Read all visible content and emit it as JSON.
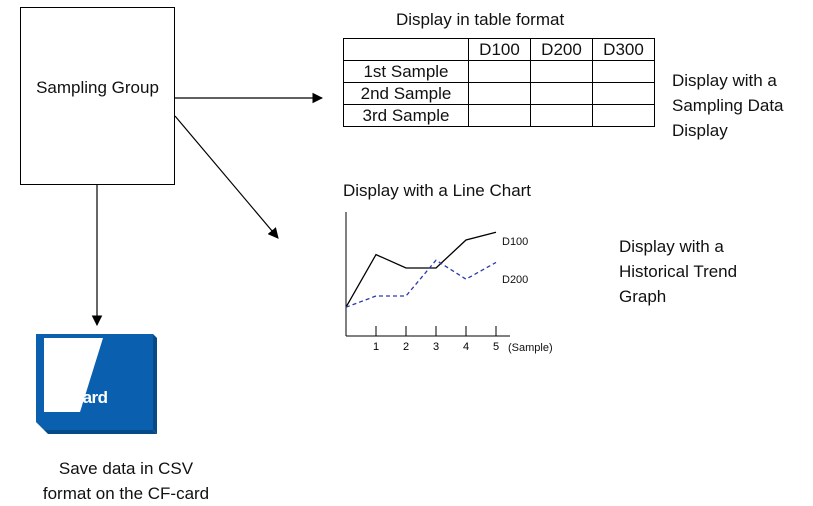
{
  "sampling_group": {
    "label": "Sampling Group"
  },
  "table": {
    "title": "Display in table format",
    "columns": [
      "D100",
      "D200",
      "D300"
    ],
    "rows": [
      "1st Sample",
      "2nd Sample",
      "3rd Sample"
    ]
  },
  "table_note": [
    "Display with a",
    "Sampling Data",
    "Display"
  ],
  "line_chart": {
    "title": "Display with a Line Chart",
    "x_ticks": [
      "1",
      "2",
      "3",
      "4",
      "5"
    ],
    "x_unit": "(Sample)",
    "series": [
      {
        "name": "D100",
        "style": "solid",
        "color": "#000000",
        "values": [
          0.15,
          0.62,
          0.5,
          0.5,
          0.75,
          0.82
        ]
      },
      {
        "name": "D200",
        "style": "dashed",
        "color": "#2b3aa8",
        "values": [
          0.15,
          0.25,
          0.25,
          0.57,
          0.4,
          0.55
        ]
      }
    ]
  },
  "trend_note": [
    "Display with a",
    "Historical Trend",
    "Graph"
  ],
  "cf_card": {
    "label": "CF-Card",
    "color": "#0a5fae"
  },
  "cf_caption": [
    "Save data in CSV",
    "format on the CF-card"
  ]
}
